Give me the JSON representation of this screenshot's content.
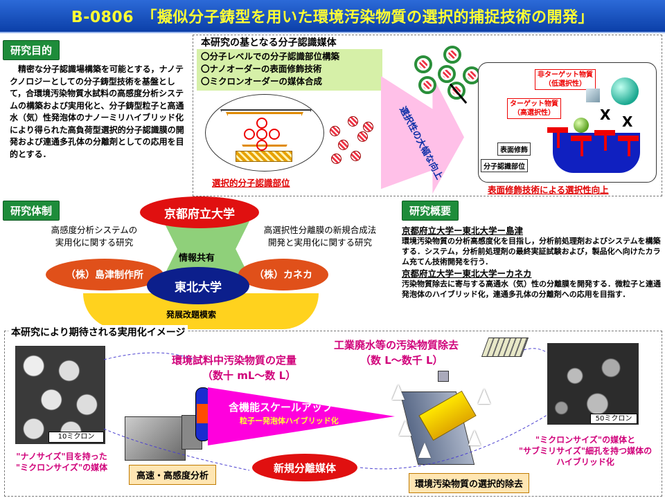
{
  "title": "B-0806　「擬似分子鋳型を用いた環境汚染物質の選択的捕捉技術の開発」",
  "purpose": {
    "heading": "研究目的",
    "body": "　精密な分子認識場構築を可能とする，ナノテクノロジーとしての分子鋳型技術を基盤として，合環境汚染物質水試料の高感度分析システムの構築および実用化と、分子鋳型粒子と高通水（気）性発泡体のナノーミリハイブリッド化により得られた高負荷型選択的分子認識膜の開発および連通多孔体の分離剤としての応用を目的とする．"
  },
  "basis": {
    "heading": "本研究の基となる分子認識媒体",
    "items": [
      "〇分子レベルでの分子認識部位構築",
      "〇ナノオーダーの表面修飾技術",
      "〇ミクロンオーダーの媒体合成"
    ],
    "arrow_label": "選択性の大幅な向上",
    "left_caption": "選択的分子認識部位",
    "right_caption": "表面修飾技術による選択性向上",
    "non_target": "非ターゲット物質\n（低選択性）",
    "target": "ターゲット物質\n（高選択性）",
    "surface_label": "表面修飾",
    "site_label": "分子認識部位",
    "cross_symbol": "X"
  },
  "system": {
    "heading": "研究体制",
    "kyoto": "京都府立大学",
    "tohoku": "東北大学",
    "shimadzu": "（株）島津制作所",
    "kaneka": "（株）カネカ",
    "share": "情報共有",
    "improve": "発展改題模索",
    "left_note": "高感度分析システムの\n実用化に関する研究",
    "right_note": "高選択性分離膜の新規合成法\n開発と実用化に関する研究"
  },
  "overview": {
    "heading": "研究概要",
    "p1_title": "京都府立大学ー東北大学ー島津",
    "p1_body": "環境汚染物質の分析高感度化を目指し，分析前処理剤およびシステムを構築する．システム，分析前処理剤の最終実証試験および，製品化へ向けたカラム充てん技術開発を行う．",
    "p2_title": "京都府立大学ー東北大学ーカネカ",
    "p2_body": "汚染物質除去に寄与する高通水（気）性の分離膜を開発する．微粒子と連通発泡体のハイブリッド化，連通多孔体の分離剤への応用を目指す．"
  },
  "practical": {
    "heading": "本研究により期待される実用化イメージ",
    "quant_title": "環境試料中汚染物質の定量",
    "quant_sub": "（数十 mL～数 L）",
    "removal_title": "工業廃水等の汚染物質除去",
    "removal_sub": "（数 L～数千 L）",
    "scaleup_title": "含機能スケールアップ",
    "scaleup_sub": "粒子ー発泡体ハイブリッド化",
    "new_media": "新規分離媒体",
    "analysis": "高速・高感度分析",
    "removal_box": "環境汚染物質の選択的除去",
    "left_scale": "10ミクロン",
    "right_scale": "50ミクロン",
    "left_caption": "\"ナノサイズ\"目を持った\n\"ミクロンサイズ\"の媒体",
    "right_caption": "\"ミクロンサイズ\"の媒体と\n\"サブミリサイズ\"細孔を持つ媒体の\nハイブリッド化"
  },
  "colors": {
    "title_bg": "#1a56c8",
    "title_text": "#ffff33",
    "section_green": "#1e8c3a",
    "kyoto_red": "#e01010",
    "partner_orange": "#e0501a",
    "tohoku_navy": "#0c1f8c",
    "share_green": "#8fd07a",
    "improve_yellow": "#ffd21e",
    "magenta": "#ff00dd"
  }
}
